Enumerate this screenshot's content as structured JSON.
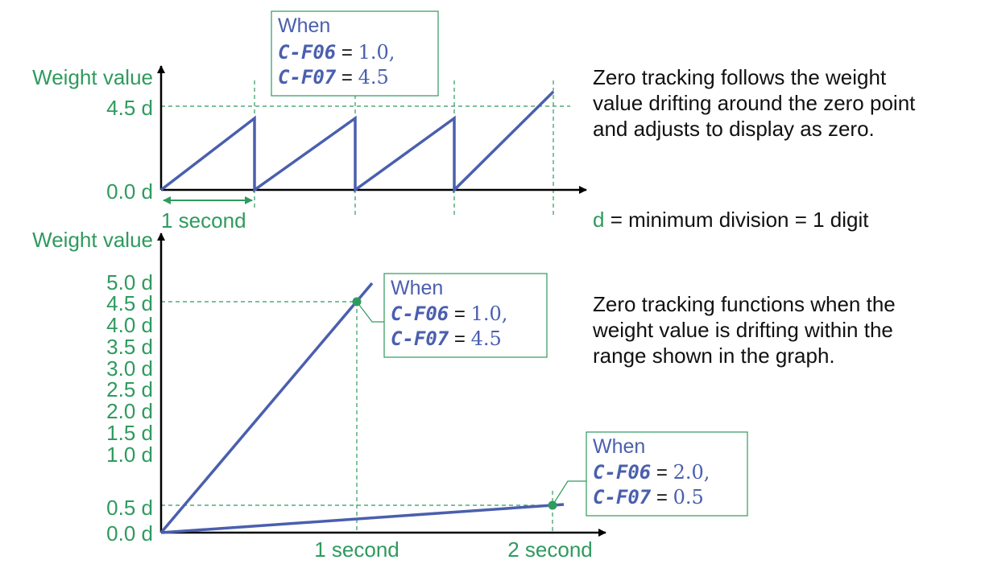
{
  "top_graph": {
    "y_axis_label": "Weight value",
    "y_ticks": [
      "4.5 d",
      "0.0 d"
    ],
    "x_span_label": "1 second",
    "callout": {
      "when": "When",
      "line1_code": "C-F06",
      "line1_value": "1.0,",
      "line2_code": "C-F07",
      "line2_value": "4.5"
    }
  },
  "bottom_graph": {
    "y_axis_label": "Weight value",
    "y_ticks": [
      "5.0 d",
      "4.5 d",
      "4.0 d",
      "3.5 d",
      "3.0 d",
      "2.5 d",
      "2.0 d",
      "1.5 d",
      "1.0 d",
      "0.5 d",
      "0.0 d"
    ],
    "x_ticks": [
      "1 second",
      "2 second"
    ],
    "callout_a": {
      "when": "When",
      "line1_code": "C-F06",
      "line1_value": "1.0,",
      "line2_code": "C-F07",
      "line2_value": "4.5"
    },
    "callout_b": {
      "when": "When",
      "line1_code": "C-F06",
      "line1_value": "2.0,",
      "line2_code": "C-F07",
      "line2_value": "0.5"
    }
  },
  "notes": {
    "tracking_line1": "Zero tracking follows the weight",
    "tracking_line2": "value drifting around the zero point",
    "tracking_line3": "and adjusts to display as zero.",
    "d_symbol": "d",
    "d_definition": "= minimum division = 1 digit",
    "range_line1": "Zero tracking functions when the",
    "range_line2": "weight value is drifting within the",
    "range_line3": "range shown in the graph."
  },
  "colors": {
    "line": "#4a5fae",
    "label_green": "#2f9a5e",
    "guide_green": "#2f9a5e",
    "axis": "#000000"
  }
}
